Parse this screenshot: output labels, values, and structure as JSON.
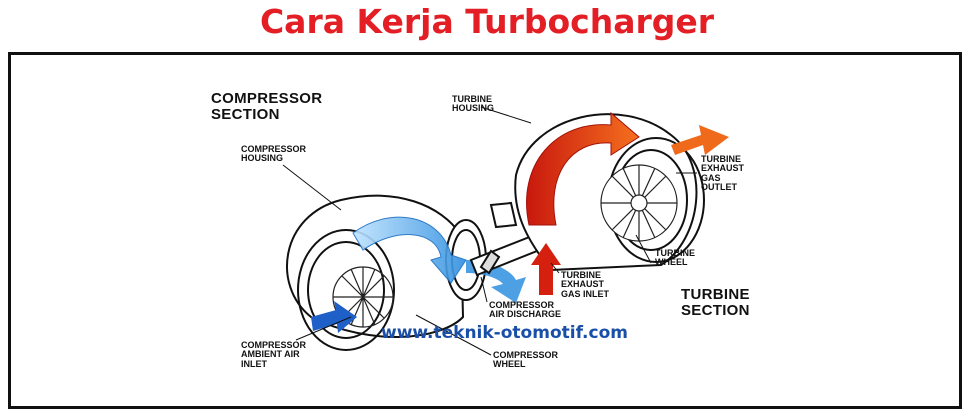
{
  "title": "Cara Kerja Turbocharger",
  "watermark": "www.teknik-otomotif.com",
  "labels": {
    "compressor_section": "COMPRESSOR\nSECTION",
    "compressor_housing": "COMPRESSOR\nHOUSING",
    "turbine_housing": "TURBINE\nHOUSING",
    "turbine_exhaust_gas_outlet": "TURBINE\nEXHAUST\nGAS\nOUTLET",
    "turbine_wheel": "TURBINE\nWHEEL",
    "turbine_exhaust_gas_inlet": "TURBINE\nEXHAUST\nGAS INLET",
    "turbine_section": "TURBINE\nSECTION",
    "compressor_air_discharge": "COMPRESSOR\nAIR DISCHARGE",
    "compressor_ambient_air_inlet": "COMPRESSOR\nAMBIENT AIR\nINLET",
    "compressor_wheel": "COMPRESSOR\nWHEEL"
  },
  "colors": {
    "title": "#e31e24",
    "watermark": "#1a4fa8",
    "hot_flow": "#e8341c",
    "cold_flow": "#2f8fe0",
    "inlet_arrow": "#1e5fc8"
  }
}
